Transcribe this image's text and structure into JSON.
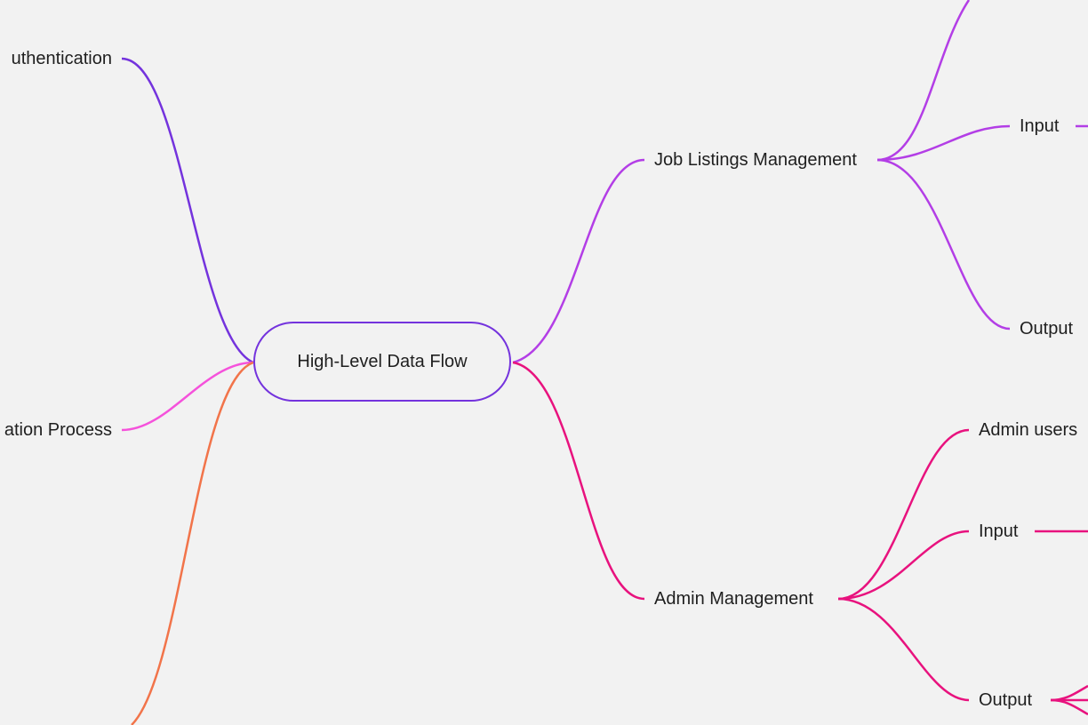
{
  "mindmap": {
    "root": {
      "label": "High-Level Data Flow"
    },
    "left_branches": [
      {
        "label": "uthentication",
        "color": "#7433dd"
      },
      {
        "label": "ation Process",
        "color": "#f552db"
      },
      {
        "label": "",
        "color": "#f2744a"
      }
    ],
    "right_branches": [
      {
        "label": "Job Listings Management",
        "color": "#b33ee6",
        "children": [
          {
            "label": ""
          },
          {
            "label": "Input"
          },
          {
            "label": "Output"
          }
        ]
      },
      {
        "label": "Admin Management",
        "color": "#e8127e",
        "children": [
          {
            "label": "Admin users"
          },
          {
            "label": "Input"
          },
          {
            "label": "Output"
          }
        ]
      }
    ]
  }
}
